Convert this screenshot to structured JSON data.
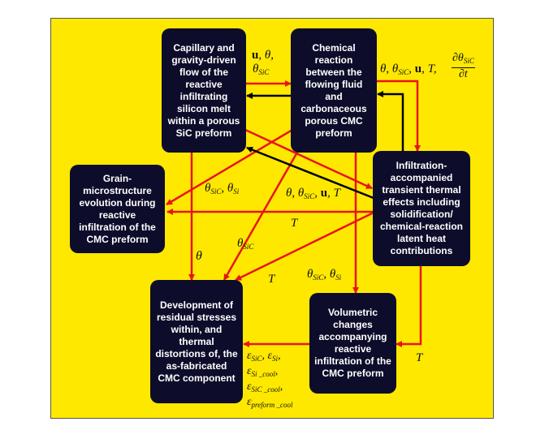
{
  "boxes": {
    "capillary_flow": "Capillary and gravity-driven flow of the reactive infiltrating silicon melt within a porous SiC preform",
    "chemical_reaction": "Chemical reaction between the flowing fluid and carbonaceous porous CMC preform",
    "grain_microstructure": "Grain-microstructure evolution during reactive infiltration of the CMC preform",
    "thermal_effects": "Infiltration-accompanied transient thermal effects including solidification/ chemical-reaction latent heat contributions",
    "residual_stresses": "Development of residual stresses within, and thermal distortions of, the as-fabricated CMC component",
    "volumetric_changes": "Volumetric changes accompanying reactive infiltration of the CMC preform"
  },
  "symbols": {
    "u": "u",
    "theta": "θ",
    "theta_sic": "θ",
    "sic": "SiC",
    "si": "Si",
    "T": "T",
    "partial": "∂",
    "t": "t",
    "eps": "ε",
    "si_cool": "Si _cool",
    "sic_cool": "SiC _cool",
    "preform_cool": "preform _cool"
  },
  "colors": {
    "background": "#FFE800",
    "box": "#0d0d2b",
    "red_arrow": "#E8141A",
    "black_arrow": "#000000"
  }
}
